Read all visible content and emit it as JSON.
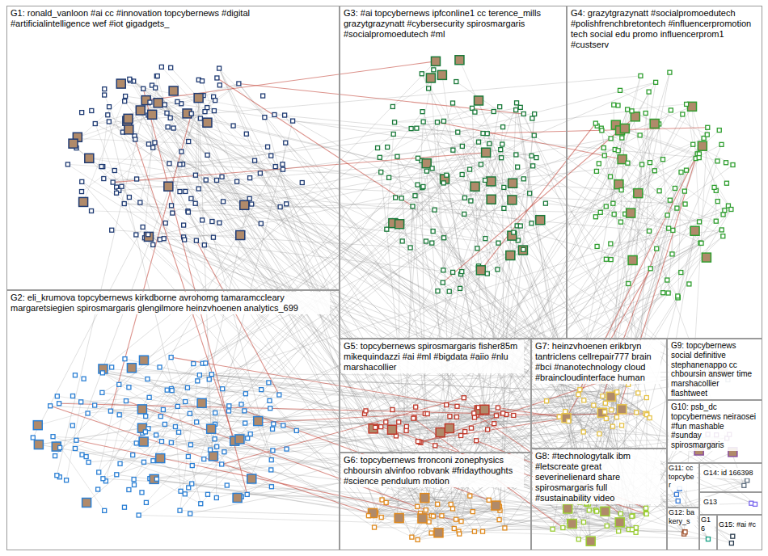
{
  "diagram": {
    "nodes": [
      {
        "text": [
          "G1: ronald_vanloon #ai cc #innovation topcybernews #digital #artificialintelligence wef #iot gigadgets_"
        ]
      },
      {
        "text": [
          "G2: eli_krumova topcybernews kirkdborne avrohomg tamaramccleary margaretsiegien spirosmargaris glengilmore heinzvhoenen analytics_699"
        ]
      },
      {
        "text": [
          "G3: #ai topcybernews ipfconline1 cc terence_mills grazytgrazynatt #cybersecurity spirosmargaris #socialpromoedutech #ml"
        ]
      },
      {
        "text": [
          "G4: grazytgrazynatt #socialpromoedutech #polishfrenchbretontech #influencerpromotion tech social edu promo influencerprom1 #custserv"
        ]
      },
      {
        "text": [
          "G5: topcybernews spirosmargaris fisher85m mikequindazzi #ai #ml #bigdata #aiio #nlu marshacollier"
        ]
      },
      {
        "text": [
          "G6: topcybernews frronconi zonephysics chboursin alvinfoo robvank #fridaythoughts #science pendulum motion"
        ]
      },
      {
        "text": [
          "G7: heinzvhoenen erikbryn tantriclens cellrepair777 brain #bci #nanotechnology cloud #braincloudinterface human"
        ]
      },
      {
        "text": [
          "G8: #technologytalk ibm #letscreate great severinelienard share spirosmargaris full #sustainability video"
        ]
      },
      {
        "text": [
          "G9: topcybernews social definitive stephanenappo cc chboursin answer time marshacollier flashtweet"
        ]
      },
      {
        "text": [
          "G10: psb_dc topcybernews neiraosei #fun mashable #sunday spirosmargaris"
        ]
      },
      {
        "text": [
          "G11: cc topcyber"
        ]
      },
      {
        "text": [
          "G12: bakery_s"
        ]
      },
      {
        "text": [
          "G14: id 166398"
        ]
      },
      {
        "text": [
          "G13"
        ]
      },
      {
        "text": [
          "G16"
        ]
      },
      {
        "text": [
          "G15: #ai #c"
        ]
      }
    ]
  }
}
